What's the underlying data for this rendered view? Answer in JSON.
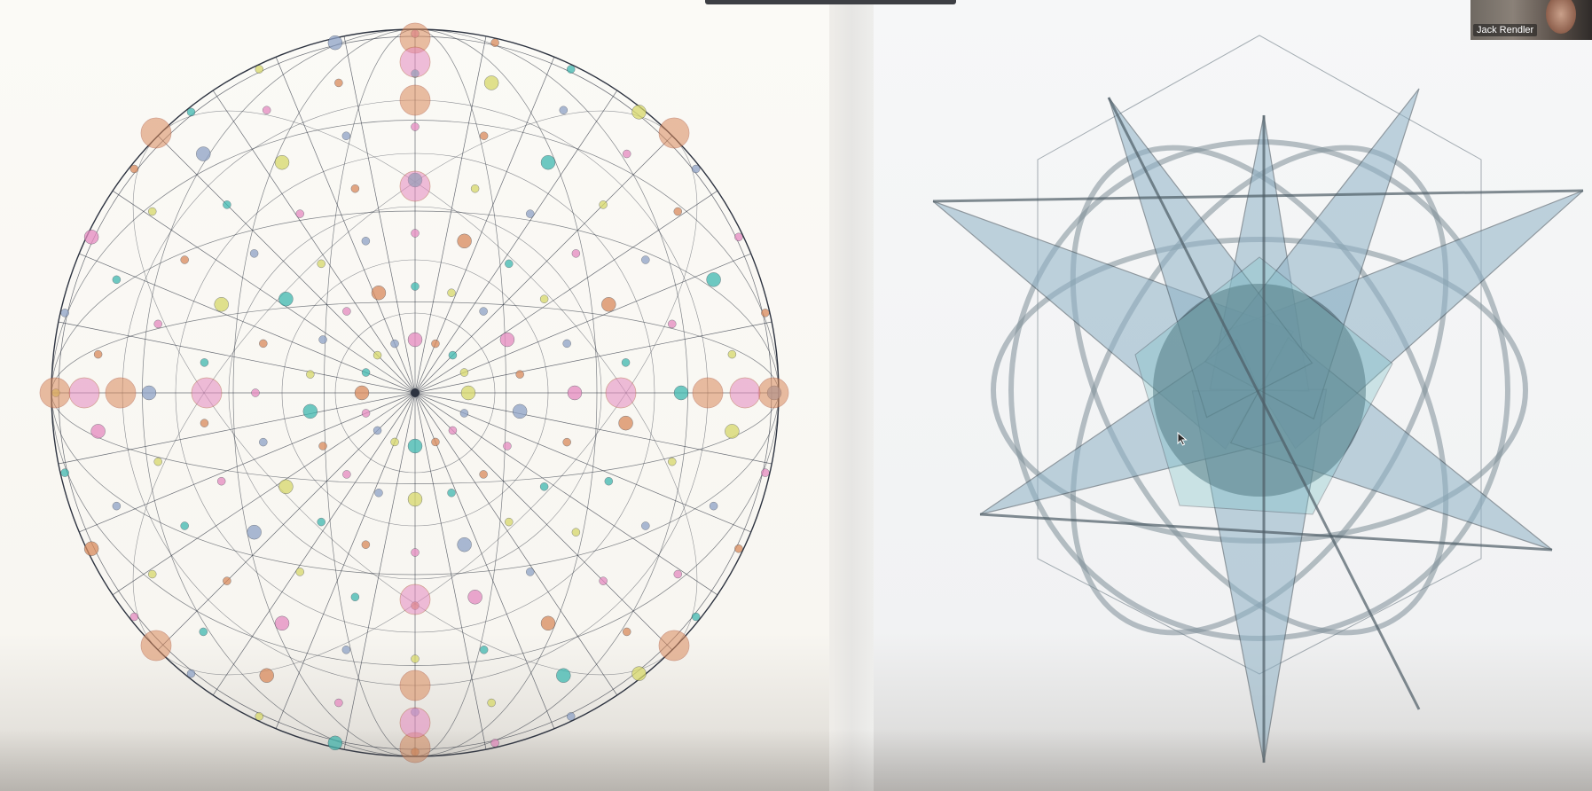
{
  "meeting": {
    "participant_name": "Jack Rendler"
  },
  "shared_screen": {
    "left_image": "geodesic-sphere-diagram",
    "right_image": "crystalline-polyhedron-render"
  },
  "colors": {
    "left_bg": "#fbfaf6",
    "right_bg": "#f4f5f6",
    "ink": "#2d3340",
    "node_pink": "#e58ac0",
    "node_orange": "#d98a5c",
    "node_yellow": "#d7d86a",
    "node_blue": "#8ea2c6",
    "node_teal": "#3fb8b0",
    "glass": "#8fb2c6"
  }
}
